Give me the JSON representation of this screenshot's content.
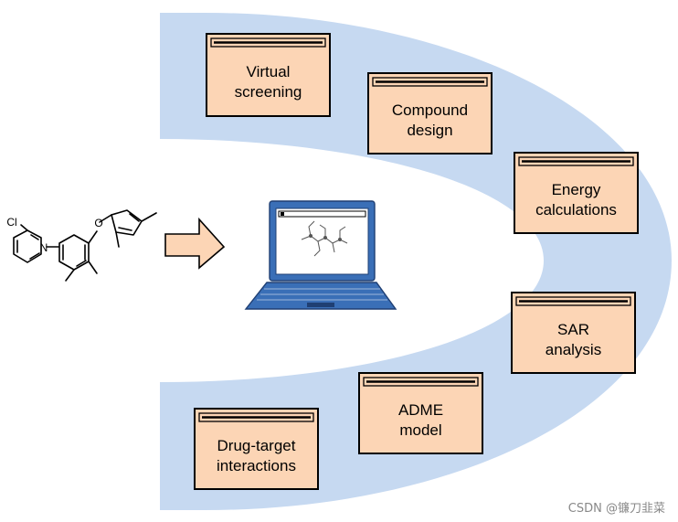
{
  "colors": {
    "arc_fill": "#c6d9f1",
    "box_fill": "#fcd5b5",
    "box_stroke": "#000000",
    "arrow_fill": "#fcd5b5",
    "laptop_blue": "#3a6fb7",
    "laptop_dark": "#1f3f73",
    "screen_bg": "#ffffff"
  },
  "boxes": [
    {
      "id": "virtual-screening",
      "lines": [
        "Virtual",
        "screening"
      ]
    },
    {
      "id": "compound-design",
      "lines": [
        "Compound",
        "design"
      ]
    },
    {
      "id": "energy-calculations",
      "lines": [
        "Energy",
        "calculations"
      ]
    },
    {
      "id": "sar-analysis",
      "lines": [
        "SAR",
        "analysis"
      ]
    },
    {
      "id": "adme-model",
      "lines": [
        "ADME",
        "model"
      ]
    },
    {
      "id": "drug-target-interactions",
      "lines": [
        "Drug-target",
        "interactions"
      ]
    }
  ],
  "molecule": {
    "atoms": {
      "chlorine": "Cl",
      "nitrogen": "N",
      "oxygen": "O"
    }
  },
  "watermark": "CSDN @镰刀韭菜"
}
